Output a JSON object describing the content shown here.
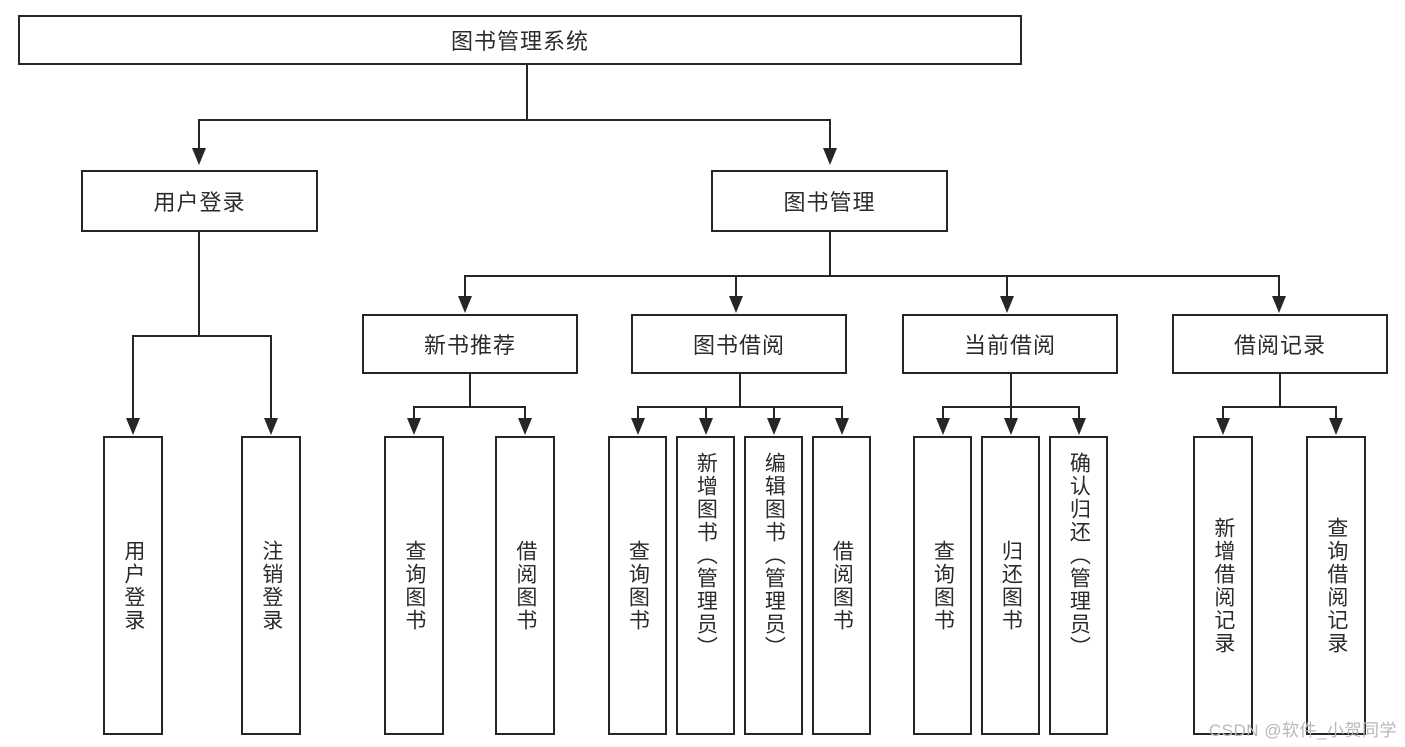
{
  "diagram": {
    "title": "图书管理系统",
    "watermark": "CSDN @软件_小贺同学",
    "colors": {
      "stroke": "#262626",
      "background": "#ffffff",
      "text": "#2b2b2b",
      "watermark": "#b8b8b8"
    },
    "level1": {
      "root": "图书管理系统"
    },
    "level2": [
      {
        "label": "用户登录"
      },
      {
        "label": "图书管理"
      }
    ],
    "level3": [
      {
        "label": "新书推荐"
      },
      {
        "label": "图书借阅"
      },
      {
        "label": "当前借阅"
      },
      {
        "label": "借阅记录"
      }
    ],
    "leaves": {
      "user_login": [
        {
          "label": "用户登录"
        },
        {
          "label": "注销登录"
        }
      ],
      "new_book_recommend": [
        {
          "label": "查询图书"
        },
        {
          "label": "借阅图书"
        }
      ],
      "book_borrow": [
        {
          "label": "查询图书"
        },
        {
          "label": "新增图书（管理员）"
        },
        {
          "label": "编辑图书（管理员）"
        },
        {
          "label": "借阅图书"
        }
      ],
      "current_borrow": [
        {
          "label": "查询图书"
        },
        {
          "label": "归还图书"
        },
        {
          "label": "确认归还（管理员）"
        }
      ],
      "borrow_record": [
        {
          "label": "新增借阅记录"
        },
        {
          "label": "查询借阅记录"
        }
      ]
    }
  }
}
